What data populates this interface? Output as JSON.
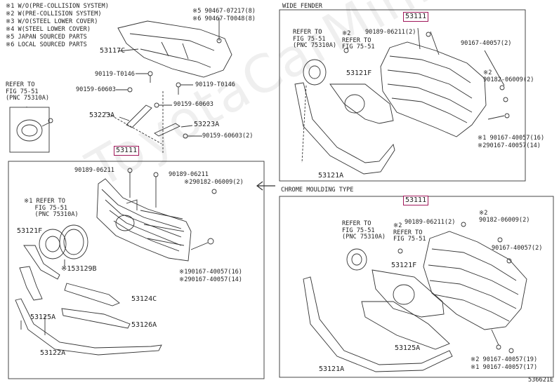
{
  "legend": [
    "※1 W/O(PRE-COLLISION SYSTEM)",
    "※2 W(PRE-COLLISION SYSTEM)",
    "※3 W/O(STEEL LOWER COVER)",
    "※4 W(STEEL LOWER COVER)",
    "※5 JAPAN SOURCED PARTS",
    "※6 LOCAL SOURCED PARTS"
  ],
  "top_left": {
    "bolt_5": "※5 90467-07217(8)",
    "bolt_6": "※6 90467-T0048(8)",
    "cover": "53117C",
    "b1": "90119-T0146",
    "b2": "90159-60603",
    "b3": "90119-T0146",
    "b4": "90159-60603",
    "b5": "90159-60603(2)",
    "l1": "53223A",
    "l2": "53223A",
    "refer": "REFER TO\nFIG 75-51\n(PNC 75310A)"
  },
  "main_box": {
    "grille_ref": "53111",
    "c1": "90189-06211",
    "c2": "90189-06211",
    "c3": "※290182-06009(2)",
    "refer": "※1 REFER TO\n   FIG 75-51\n   (PNC 75310A)",
    "p1": "53121F",
    "p2": "※153129B",
    "p3": "53124C",
    "p4": "53125A",
    "p5": "53126A",
    "p6": "53122A",
    "s1": "※190167-40057(16)",
    "s2": "※290167-40057(14)"
  },
  "wide_box": {
    "header": "WIDE FENDER",
    "grille_ref": "53111",
    "refer": "REFER TO\nFIG 75-51\n(PNC 75310A)",
    "refer2": "※2\nREFER TO\nFIG 75-51",
    "c1": "90189-06211(2)",
    "c2": "90167-40057(2)",
    "c3": "※2\n90182-06009(2)",
    "p1": "53121F",
    "p2": "53121A",
    "s1": "※1 90167-40057(16)",
    "s2": "※290167-40057(14)"
  },
  "chrome_box": {
    "header": "CHROME MOULDING TYPE",
    "grille_ref": "53111",
    "refer": "REFER TO\nFIG 75-51\n(PNC 75310A)",
    "refer2": "※2\nREFER TO\nFIG 75-51",
    "c1": "90189-06211(2)",
    "c2": "※2\n90182-06009(2)",
    "c3": "90167-40057(2)",
    "p1": "53121F",
    "p2": "53125A",
    "p3": "53121A",
    "s1": "※2 90167-40057(19)",
    "s2": "※1 90167-40057(17)"
  },
  "footer": "536621E",
  "watermark": "ToyotaCarMini.ru"
}
